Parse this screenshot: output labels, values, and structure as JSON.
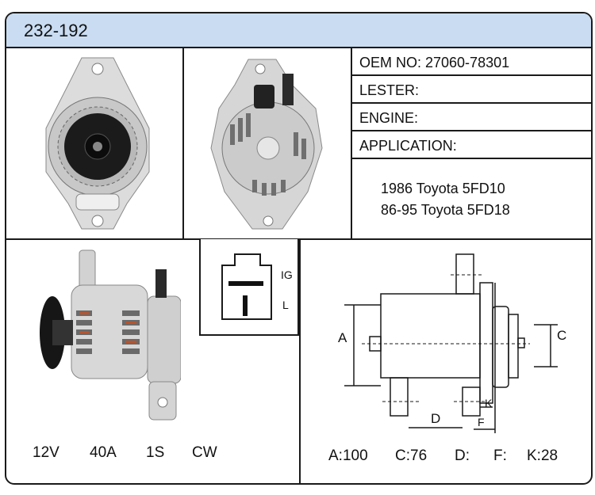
{
  "part_number": "232-192",
  "info": {
    "oem": "OEM NO: 27060-78301",
    "lester": "LESTER:",
    "engine": "ENGINE:",
    "application": "APPLICATION:"
  },
  "applications": [
    "1986 Toyota 5FD10",
    "86-95 Toyota 5FD18"
  ],
  "specs": {
    "voltage": "12V",
    "amperage": "40A",
    "pulley": "1S",
    "rotation": "CW"
  },
  "plug": {
    "ig": "IG",
    "l": "L"
  },
  "dims": {
    "label_a": "A",
    "label_c": "C",
    "label_d": "D",
    "label_f": "F",
    "label_k": "K",
    "a": "A:100",
    "c": "C:76",
    "d": "D:",
    "f": "F:",
    "k": "K:28"
  },
  "colors": {
    "header_bg": "#c9dcf1",
    "border": "#1a1a1a"
  }
}
